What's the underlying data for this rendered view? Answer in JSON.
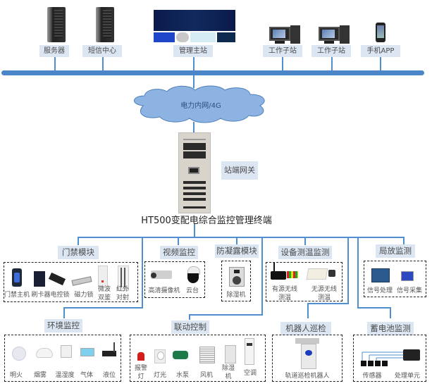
{
  "top_nodes": [
    {
      "id": "server",
      "label": "服务器",
      "icon": "server-tower-icon"
    },
    {
      "id": "sms",
      "label": "短信中心",
      "icon": "server-tower-icon"
    },
    {
      "id": "master",
      "label": "管理主站",
      "icon": "dashboard-screen-icon"
    },
    {
      "id": "ws1",
      "label": "工作子站",
      "icon": "desktop-pc-icon"
    },
    {
      "id": "ws2",
      "label": "工作子站",
      "icon": "desktop-pc-icon"
    },
    {
      "id": "app",
      "label": "手机APP",
      "icon": "smartphone-icon"
    }
  ],
  "network": {
    "label": "电力内网/4G",
    "icon": "cloud-icon"
  },
  "gateway": {
    "label": "站端网关",
    "icon": "cabinet-icon"
  },
  "terminal": {
    "title": "HT500变配电综合监控管理终端"
  },
  "modules": [
    {
      "id": "access",
      "label": "门禁模块",
      "items": [
        "门禁主机",
        "刷卡器",
        "电控锁",
        "磁力锁",
        "微波\n双鉴",
        "红外\n对射"
      ]
    },
    {
      "id": "video",
      "label": "视频监控",
      "items": [
        "高清摄像机",
        "云台"
      ]
    },
    {
      "id": "condensation",
      "label": "防凝露模块",
      "items": [
        "除湿机"
      ]
    },
    {
      "id": "temp",
      "label": "设备测温监测",
      "items": [
        "有源无线\n测温",
        "无源无线\n测温"
      ]
    },
    {
      "id": "pd",
      "label": "局放监测",
      "items": [
        "信号处理",
        "信号采集"
      ]
    },
    {
      "id": "env",
      "label": "环境监控",
      "items": [
        "明火",
        "烟雾",
        "温湿度",
        "气体",
        "液位"
      ]
    },
    {
      "id": "linkage",
      "label": "联动控制",
      "items": [
        "报警\n灯",
        "灯光",
        "水泵",
        "风机",
        "除湿\n机",
        "空调"
      ]
    },
    {
      "id": "robot",
      "label": "机器人巡检",
      "items": [
        "轨道巡检机器人"
      ]
    },
    {
      "id": "battery",
      "label": "蓄电池监测",
      "items": [
        "传感器",
        "处理单元"
      ]
    }
  ],
  "colors": {
    "bus": "#4a86c8",
    "connector": "#4f8fd0",
    "label_bg": "#dce6f2",
    "cloud": "#8db3e2"
  }
}
